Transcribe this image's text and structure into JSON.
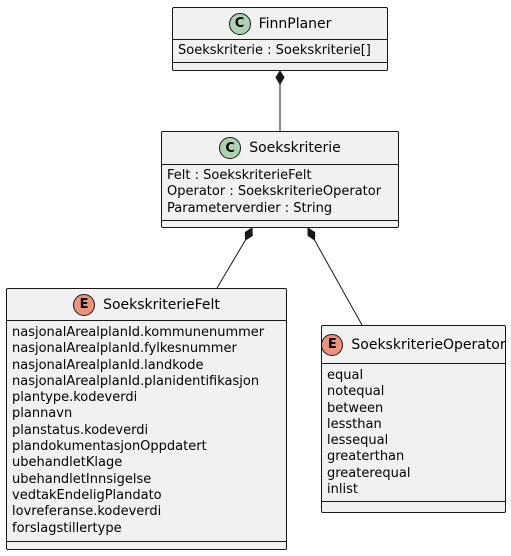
{
  "diagram": {
    "classes": {
      "finn_planer": {
        "stereotype_letter": "C",
        "name": "FinnPlaner",
        "attributes": [
          "Soekskriterie :  Soekskriterie[]"
        ]
      },
      "soekskriterie": {
        "stereotype_letter": "C",
        "name": "Soekskriterie",
        "attributes": [
          "Felt : SoekskriterieFelt",
          "Operator : SoekskriterieOperator",
          "Parameterverdier : String"
        ]
      },
      "soekskriterie_felt": {
        "stereotype_letter": "E",
        "name": "SoekskriterieFelt",
        "attributes": [
          "nasjonalArealplanId.kommunenummer",
          "nasjonalArealplanId.fylkesnummer",
          "nasjonalArealplanId.landkode",
          "nasjonalArealplanId.planidentifikasjon",
          "plantype.kodeverdi",
          "plannavn",
          "planstatus.kodeverdi",
          "plandokumentasjonOppdatert",
          "ubehandletKlage",
          "ubehandletInnsigelse",
          "vedtakEndeligPlandato",
          "lovreferanse.kodeverdi",
          "forslagstillertype"
        ]
      },
      "soekskriterie_operator": {
        "stereotype_letter": "E",
        "name": "SoekskriterieOperator",
        "attributes": [
          "equal",
          "notequal",
          "between",
          "lessthan",
          "lessequal",
          "greaterthan",
          "greaterequal",
          "inlist"
        ]
      }
    },
    "relations": [
      {
        "from": "finn_planer",
        "to": "soekskriterie",
        "type": "composition"
      },
      {
        "from": "soekskriterie",
        "to": "soekskriterie_felt",
        "type": "composition"
      },
      {
        "from": "soekskriterie",
        "to": "soekskriterie_operator",
        "type": "composition"
      }
    ],
    "colors": {
      "class_fill": "#f1f1f1",
      "border": "#181818",
      "class_badge": "#add1b2",
      "enum_badge": "#eb937f"
    }
  }
}
